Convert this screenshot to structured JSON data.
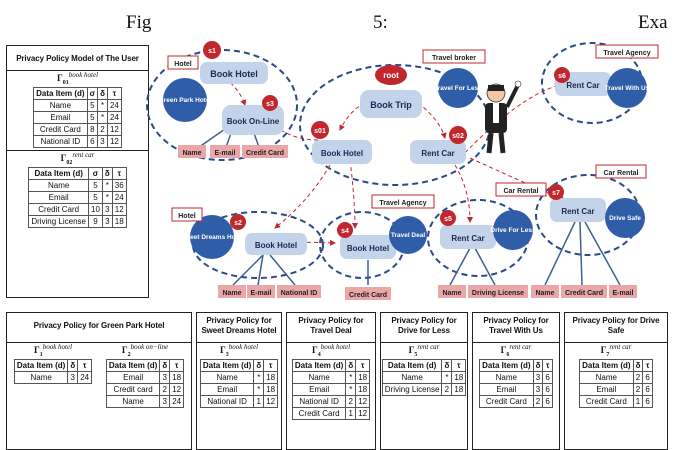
{
  "caption": {
    "fig": "Fig",
    "num": "5:",
    "exa": "Exa"
  },
  "user_model": {
    "title": "Privacy Policy Model of The User",
    "blocks": [
      {
        "gamma": "Γ",
        "sub": "01",
        "sup": "book hotel",
        "headers": [
          "Data Item (d)",
          "σ",
          "δ",
          "τ"
        ],
        "rows": [
          [
            "Name",
            "5",
            "*",
            "24"
          ],
          [
            "Email",
            "5",
            "*",
            "24"
          ],
          [
            "Credit Card",
            "8",
            "2",
            "12"
          ],
          [
            "National ID",
            "6",
            "3",
            "12"
          ]
        ]
      },
      {
        "gamma": "Γ",
        "sub": "02",
        "sup": "rent car",
        "headers": [
          "Data Item (d)",
          "σ",
          "δ",
          "τ"
        ],
        "rows": [
          [
            "Name",
            "5",
            "*",
            "36"
          ],
          [
            "Email",
            "5",
            "*",
            "24"
          ],
          [
            "Credit Card",
            "10",
            "3",
            "12"
          ],
          [
            "Driving License",
            "9",
            "3",
            "18"
          ]
        ]
      }
    ]
  },
  "bottom_panels": [
    {
      "title": "Privacy Policy for Green Park Hotel",
      "blocks": [
        {
          "gamma": "Γ",
          "sub": "1",
          "sup": "book hotel",
          "headers": [
            "Data Item (d)",
            "δ",
            "τ"
          ],
          "rows": [
            [
              "Name",
              "3",
              "24"
            ]
          ]
        },
        {
          "gamma": "Γ",
          "sub": "2",
          "sup": "book on−line",
          "headers": [
            "Data Item (d)",
            "δ",
            "τ"
          ],
          "rows": [
            [
              "Email",
              "3",
              "18"
            ],
            [
              "Credit card",
              "2",
              "12"
            ],
            [
              "Name",
              "3",
              "24"
            ]
          ]
        }
      ]
    },
    {
      "title": "Privacy Policy for Sweet Dreams Hotel",
      "blocks": [
        {
          "gamma": "Γ",
          "sub": "3",
          "sup": "book hotel",
          "headers": [
            "Data Item (d)",
            "δ",
            "τ"
          ],
          "rows": [
            [
              "Name",
              "*",
              "18"
            ],
            [
              "Email",
              "*",
              "18"
            ],
            [
              "National ID",
              "1",
              "12"
            ]
          ]
        }
      ]
    },
    {
      "title": "Privacy Policy for Travel Deal",
      "blocks": [
        {
          "gamma": "Γ",
          "sub": "4",
          "sup": "book hotel",
          "headers": [
            "Data Item (d)",
            "δ",
            "τ"
          ],
          "rows": [
            [
              "Name",
              "*",
              "18"
            ],
            [
              "Email",
              "*",
              "18"
            ],
            [
              "National ID",
              "2",
              "12"
            ],
            [
              "Credit Card",
              "1",
              "12"
            ]
          ]
        }
      ]
    },
    {
      "title": "Privacy Policy for Drive for Less",
      "blocks": [
        {
          "gamma": "Γ",
          "sub": "5",
          "sup": "rent car",
          "headers": [
            "Data Item (d)",
            "δ",
            "τ"
          ],
          "rows": [
            [
              "Name",
              "*",
              "18"
            ],
            [
              "Driving License",
              "2",
              "18"
            ]
          ]
        }
      ]
    },
    {
      "title": "Privacy Policy for Travel With Us",
      "blocks": [
        {
          "gamma": "Γ",
          "sub": "6",
          "sup": "rent car",
          "headers": [
            "Data Item (d)",
            "δ",
            "τ"
          ],
          "rows": [
            [
              "Name",
              "3",
              "6"
            ],
            [
              "Email",
              "3",
              "6"
            ],
            [
              "Credit Card",
              "2",
              "6"
            ]
          ]
        }
      ]
    },
    {
      "title": "Privacy Policy for Drive Safe",
      "blocks": [
        {
          "gamma": "Γ",
          "sub": "7",
          "sup": "rent car",
          "headers": [
            "Data Item (d)",
            "δ",
            "τ"
          ],
          "rows": [
            [
              "Name",
              "2",
              "6"
            ],
            [
              "Email",
              "2",
              "6"
            ],
            [
              "Credit Card",
              "1",
              "6"
            ]
          ]
        }
      ]
    }
  ],
  "diagram": {
    "services": {
      "book_trip": "Book Trip",
      "book_hotel": "Book Hotel",
      "rent_car": "Rent Car",
      "book_online": "Book On-Line"
    },
    "providers": {
      "green_park": "Green Park Hotel",
      "sweet_dreams": "Sweet Dreams Hotel",
      "travel_deal": "Travel Deal",
      "travel_for_less": "Travel For Less",
      "travel_with_us": "Travel With Us",
      "drive_for_less": "Drive For Less",
      "drive_safe": "Drive Safe"
    },
    "role_labels": {
      "hotel": "Hotel",
      "travel_broker": "Travel broker",
      "travel_agency": "Travel Agency",
      "car_rental": "Car Rental"
    },
    "badges": {
      "root": "root",
      "s1": "s1",
      "s2": "s2",
      "s3": "s3",
      "s4": "s4",
      "s5": "s5",
      "s6": "s6",
      "s7": "s7",
      "s01": "s01",
      "s02": "s02"
    },
    "data_items": {
      "name": "Name",
      "email": "E-mail",
      "email2": "E-mail",
      "credit_card": "Credit Card",
      "national_id": "National ID",
      "driving_license": "Driving License"
    }
  },
  "colors": {
    "service_fill": "#c3d3ea",
    "provider_fill": "#2f5da8",
    "badge": "#c0282d",
    "data_fill": "#eaa7a9",
    "label_border": "#c0282d"
  }
}
